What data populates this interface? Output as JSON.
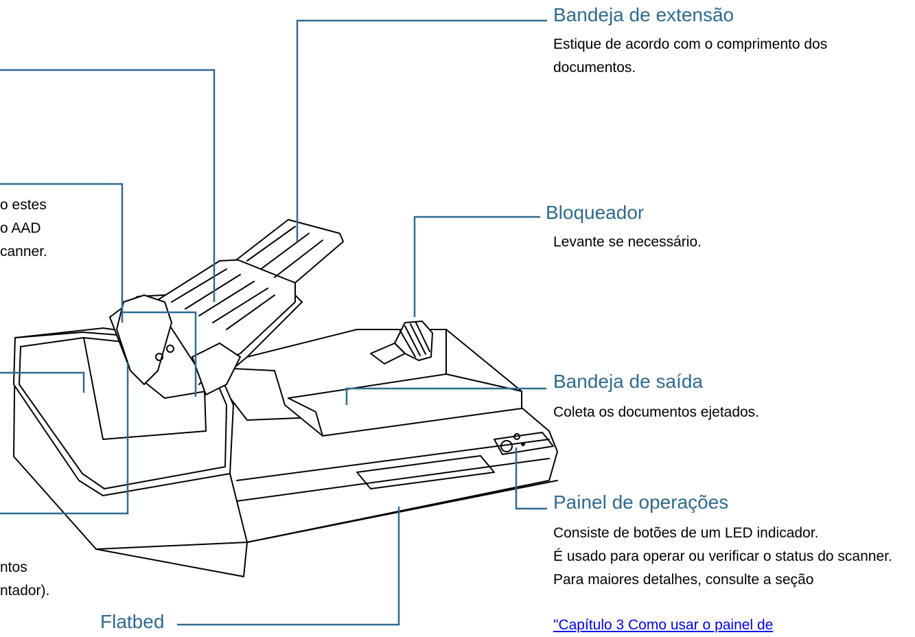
{
  "callouts": {
    "extension_tray": {
      "title": "Bandeja de extensão",
      "description": "Estique de acordo com o comprimento dos documentos."
    },
    "stopper": {
      "title": "Bloqueador",
      "description": "Levante se necessário."
    },
    "output_tray": {
      "title": "Bandeja de saída",
      "description": "Coleta os documentos ejetados."
    },
    "operator_panel": {
      "title": "Painel de operações",
      "line1": "Consiste de botões de um LED indicador.",
      "line2": "É usado para operar ou verificar o status do scanner.",
      "line3": "Para maiores detalhes, consulte a seção",
      "link": "\"Capítulo 3 Como usar o painel de"
    },
    "flatbed": {
      "title": "Flatbed"
    },
    "left_fragments": {
      "guide_line1": "o estes",
      "guide_line2": "o AAD",
      "guide_line3": "canner.",
      "bottom_line1": "ntos",
      "bottom_line2": "ntador)."
    }
  },
  "colors": {
    "callout_title": "#2e6a92",
    "leader_line": "#2e6a92",
    "link": "#0000ee"
  }
}
